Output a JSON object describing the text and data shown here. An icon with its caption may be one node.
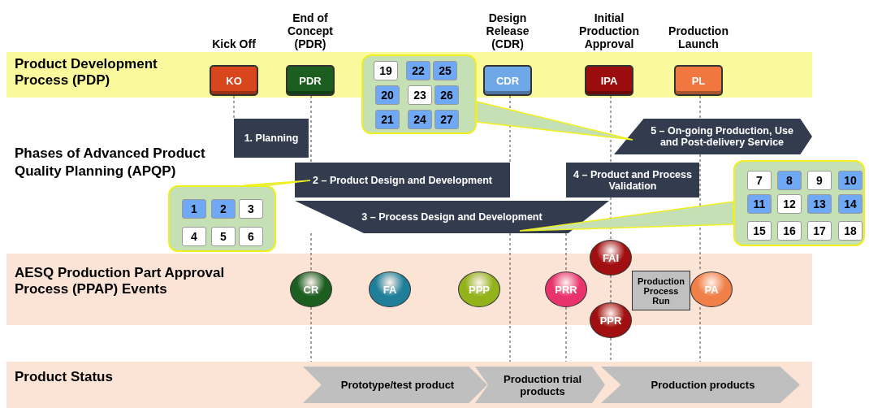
{
  "diagram": {
    "nodes": [
      {
        "text": [
          "Product Development Process (PDP)"
        ]
      },
      {
        "text": [
          "KO"
        ],
        "in": 0,
        "beside": [
          "Kick Off"
        ]
      },
      {
        "text": [
          "PDR"
        ],
        "in": 0,
        "beside": [
          "End of Concept (PDR)"
        ]
      },
      {
        "text": [
          "CDR"
        ],
        "in": 0,
        "beside": [
          "Design Release (CDR)"
        ]
      },
      {
        "text": [
          "IPA"
        ],
        "in": 0,
        "beside": [
          "Initial Production Approval"
        ]
      },
      {
        "text": [
          "PL"
        ],
        "in": 0,
        "beside": [
          "Production Launch"
        ]
      },
      {
        "text": [],
        "shape": "box"
      },
      {
        "text": [
          "19"
        ]
      },
      {
        "text": [
          "22"
        ]
      },
      {
        "text": [
          "25"
        ]
      },
      {
        "text": [
          "20"
        ],
        "in": 6
      },
      {
        "text": [
          "23"
        ],
        "in": 6
      },
      {
        "text": [
          "26"
        ],
        "in": 6
      },
      {
        "text": [
          "21"
        ],
        "in": 6
      },
      {
        "text": [
          "24"
        ],
        "in": 6
      },
      {
        "text": [
          "27"
        ],
        "in": 6
      },
      {
        "text": [
          "1. Planning"
        ]
      },
      {
        "text": [
          "2 – Product Design and Development"
        ]
      },
      {
        "text": [
          "3 – Process Design and Development"
        ]
      },
      {
        "text": [
          "4 – Product and Process Validation"
        ]
      },
      {
        "text": [
          "5 – On-going Production, Use and Post-delivery Service"
        ]
      },
      {
        "text": [],
        "shape": "box"
      },
      {
        "text": [
          "1"
        ],
        "in": 21
      },
      {
        "text": [
          "2"
        ],
        "in": 21
      },
      {
        "text": [
          "3"
        ],
        "in": 21
      },
      {
        "text": [
          "4"
        ],
        "in": 21
      },
      {
        "text": [
          "5"
        ],
        "in": 21
      },
      {
        "text": [
          "6"
        ],
        "in": 21
      },
      {
        "text": [],
        "shape": "box"
      },
      {
        "text": [
          "7"
        ],
        "in": 28
      },
      {
        "text": [
          "8"
        ],
        "in": 28
      },
      {
        "text": [
          "9"
        ],
        "in": 28
      },
      {
        "text": [
          "10"
        ],
        "in": 28
      },
      {
        "text": [
          "11"
        ],
        "in": 28
      },
      {
        "text": [
          "12"
        ],
        "in": 28
      },
      {
        "text": [
          "13"
        ],
        "in": 28
      },
      {
        "text": [
          "14"
        ],
        "in": 28
      },
      {
        "text": [
          "15"
        ],
        "in": 28
      },
      {
        "text": [
          "16"
        ],
        "in": 28
      },
      {
        "text": [
          "17"
        ],
        "in": 28
      },
      {
        "text": [
          "18"
        ],
        "in": 28
      },
      {
        "text": [
          "AESQ Production Part Approval Process (PPAP) Events"
        ]
      },
      {
        "text": [
          "CR"
        ],
        "in": 41
      },
      {
        "text": [
          "FA"
        ],
        "in": 41
      },
      {
        "text": [
          "PPP"
        ],
        "in": 41
      },
      {
        "text": [
          "PRR"
        ],
        "in": 41
      },
      {
        "text": [
          "FAI"
        ]
      },
      {
        "text": [
          "Production Process Run"
        ],
        "in": 41
      },
      {
        "text": [
          "PPR"
        ]
      },
      {
        "text": [
          "PA"
        ],
        "in": 41
      },
      {
        "text": [
          "Product Status"
        ]
      },
      {
        "text": [
          "Prototype/test product"
        ],
        "in": 50
      },
      {
        "text": [
          "Production trial products"
        ],
        "in": 50
      },
      {
        "text": [
          "Production products"
        ],
        "in": 50
      }
    ],
    "edges": [
      {
        "from": 6,
        "to": 20,
        "arrow": "none"
      },
      {
        "from": 21,
        "to": 17,
        "arrow": "none"
      },
      {
        "from": 28,
        "to": 18,
        "arrow": "none"
      },
      {
        "from": 1,
        "to": 16,
        "arrow": "none",
        "style": "dashed"
      },
      {
        "from": 2,
        "to": 17,
        "arrow": "none",
        "style": "dashed"
      },
      {
        "from": 18,
        "to": 42,
        "arrow": "none",
        "style": "dashed"
      },
      {
        "from": 42,
        "to": 50,
        "arrow": "none",
        "style": "dashed"
      },
      {
        "from": 3,
        "to": 17,
        "arrow": "none",
        "style": "dashed"
      },
      {
        "from": 18,
        "to": 50,
        "arrow": "none",
        "style": "dashed"
      },
      {
        "from": 4,
        "to": 19,
        "arrow": "none",
        "style": "dashed"
      },
      {
        "from": 19,
        "to": 46,
        "arrow": "none",
        "style": "dashed"
      },
      {
        "from": 46,
        "to": 48,
        "arrow": "none",
        "style": "dashed"
      },
      {
        "from": 48,
        "to": 50,
        "arrow": "none",
        "style": "dashed"
      },
      {
        "from": 5,
        "to": 20,
        "arrow": "none",
        "style": "dashed"
      },
      {
        "from": 20,
        "to": 49,
        "arrow": "none",
        "style": "dashed"
      },
      {
        "from": 49,
        "to": 50,
        "arrow": "none",
        "style": "dashed"
      },
      {
        "from": 18,
        "to": 45,
        "arrow": "none",
        "style": "dashed"
      },
      {
        "from": 45,
        "to": 50,
        "arrow": "none",
        "style": "dashed"
      }
    ],
    "labels": [
      "Phases of Advanced Product Quality Planning (APQP)"
    ]
  }
}
